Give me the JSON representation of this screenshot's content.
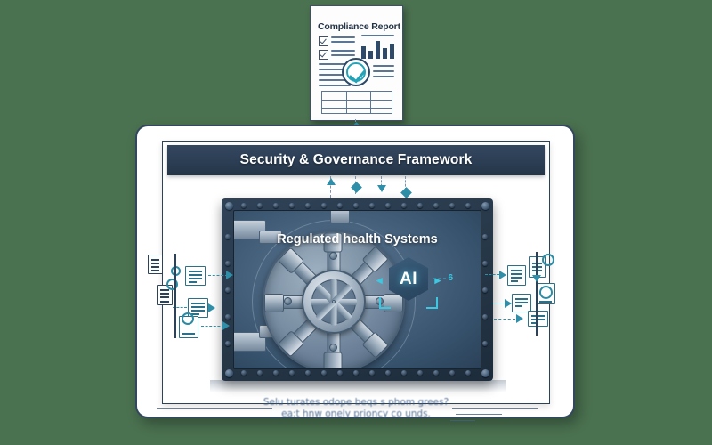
{
  "background_color": "#4a7150",
  "report_card": {
    "title": "Compliance Report",
    "checkbox_count": 2,
    "bar_chart": {
      "bars": [
        14,
        9,
        20,
        12,
        17
      ],
      "color": "#2e4a68"
    },
    "seal": {
      "name": "approved-check-seal",
      "color": "#23a3b8"
    },
    "table_rows": 2,
    "table_cols": 3
  },
  "header": {
    "title": "Security & Governance Framework",
    "bar_color": "#2c3e54",
    "text_color": "#ffffff"
  },
  "vault": {
    "title": "Regulated health Systems",
    "body_color": "#273849",
    "face_color": "#47627d",
    "rivet_count_top": 17,
    "rivet_count_bottom": 17
  },
  "ai_badge": {
    "label": "AI",
    "accent_color": "#3fc6e0",
    "left_chevron": "◂",
    "right_chevron": "▸",
    "suffix_glyph": "6"
  },
  "left_icons": [
    {
      "name": "document-icon",
      "type": "doc"
    },
    {
      "name": "ring-marker-icon",
      "type": "ring"
    },
    {
      "name": "document-icon",
      "type": "doc"
    },
    {
      "name": "ring-marker-icon",
      "type": "ring"
    },
    {
      "name": "document-with-lines-icon",
      "type": "doc"
    },
    {
      "name": "document-with-lines-icon",
      "type": "doc"
    },
    {
      "name": "document-ring-icon",
      "type": "doc-ring"
    }
  ],
  "right_icons": [
    {
      "name": "document-icon",
      "type": "doc"
    },
    {
      "name": "document-fold-icon",
      "type": "doc"
    },
    {
      "name": "document-plain-icon",
      "type": "doc"
    },
    {
      "name": "document-upload-icon",
      "type": "doc"
    },
    {
      "name": "ring-marker-icon",
      "type": "ring"
    },
    {
      "name": "document-ring-icon",
      "type": "doc-ring"
    }
  ],
  "flow": {
    "arrow_color": "#2f8fa8",
    "dash_color": "#7c93ab"
  },
  "caption": {
    "line1": "Selu turates odope beqs s phom grees?",
    "line2": "ea:t hnw onely prioncy co unds."
  }
}
